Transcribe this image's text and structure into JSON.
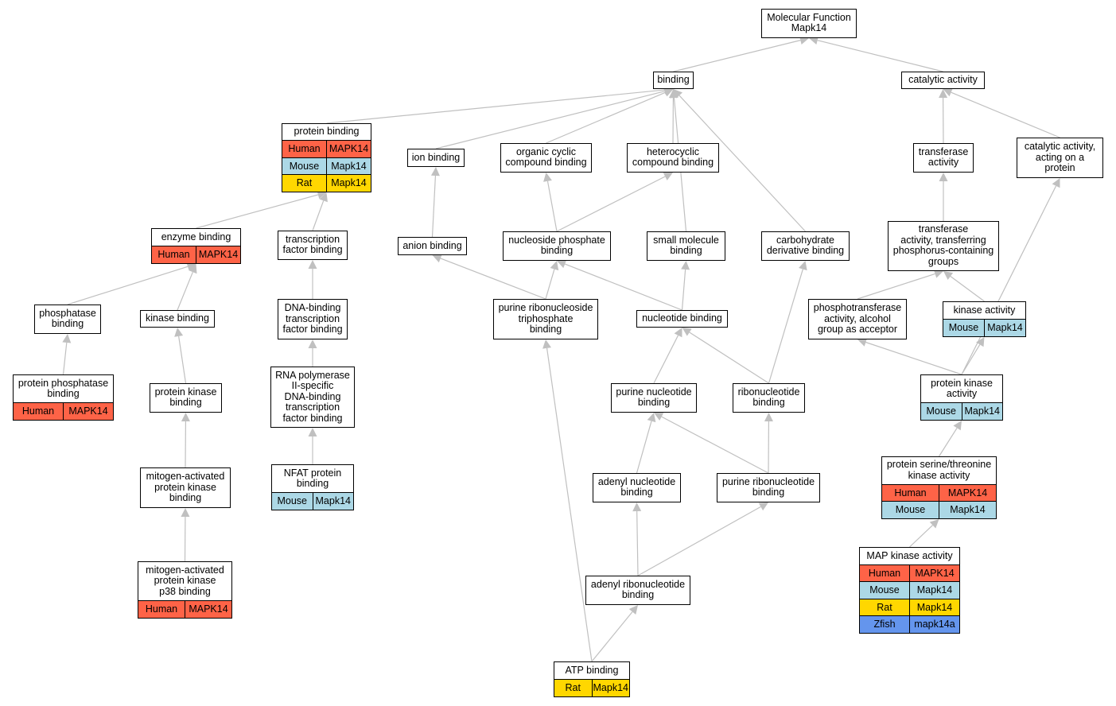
{
  "colors": {
    "Human": "#fe6347",
    "Mouse": "#acd8e6",
    "Rat": "#ffd700",
    "Zfish": "#6495ed",
    "edge": "#c0c0c0"
  },
  "nodes": [
    {
      "id": "mf",
      "label": "Molecular Function\nMapk14",
      "annotations": []
    },
    {
      "id": "binding",
      "label": "binding",
      "annotations": []
    },
    {
      "id": "catalytic",
      "label": "catalytic activity",
      "annotations": []
    },
    {
      "id": "protein_binding",
      "label": "protein binding",
      "annotations": [
        {
          "species": "Human",
          "gene": "MAPK14"
        },
        {
          "species": "Mouse",
          "gene": "Mapk14"
        },
        {
          "species": "Rat",
          "gene": "Mapk14"
        }
      ]
    },
    {
      "id": "ion_binding",
      "label": "ion binding",
      "annotations": []
    },
    {
      "id": "organic_cyclic",
      "label": "organic cyclic\ncompound binding",
      "annotations": []
    },
    {
      "id": "heterocyclic",
      "label": "heterocyclic\ncompound binding",
      "annotations": []
    },
    {
      "id": "transferase",
      "label": "transferase\nactivity",
      "annotations": []
    },
    {
      "id": "cat_protein",
      "label": "catalytic activity,\nacting on a\nprotein",
      "annotations": []
    },
    {
      "id": "enzyme_binding",
      "label": "enzyme binding",
      "annotations": [
        {
          "species": "Human",
          "gene": "MAPK14"
        }
      ]
    },
    {
      "id": "tf_binding",
      "label": "transcription\nfactor binding",
      "annotations": []
    },
    {
      "id": "anion_binding",
      "label": "anion binding",
      "annotations": []
    },
    {
      "id": "nucleoside_phosphate",
      "label": "nucleoside phosphate\nbinding",
      "annotations": []
    },
    {
      "id": "small_molecule",
      "label": "small molecule\nbinding",
      "annotations": []
    },
    {
      "id": "carbohydrate",
      "label": "carbohydrate\nderivative binding",
      "annotations": []
    },
    {
      "id": "transferase_phos",
      "label": "transferase\nactivity, transferring\nphosphorus-containing\ngroups",
      "annotations": []
    },
    {
      "id": "phosphatase_binding",
      "label": "phosphatase\nbinding",
      "annotations": []
    },
    {
      "id": "kinase_binding",
      "label": "kinase binding",
      "annotations": []
    },
    {
      "id": "dna_tf",
      "label": "DNA-binding\ntranscription\nfactor binding",
      "annotations": []
    },
    {
      "id": "purine_ribo_tri",
      "label": "purine ribonucleoside\ntriphosphate\nbinding",
      "annotations": []
    },
    {
      "id": "nucleotide_binding",
      "label": "nucleotide binding",
      "annotations": []
    },
    {
      "id": "phosphotransferase",
      "label": "phosphotransferase\nactivity, alcohol\ngroup as acceptor",
      "annotations": []
    },
    {
      "id": "kinase_activity",
      "label": "kinase activity",
      "annotations": [
        {
          "species": "Mouse",
          "gene": "Mapk14"
        }
      ]
    },
    {
      "id": "protein_phosphatase",
      "label": "protein phosphatase\nbinding",
      "annotations": [
        {
          "species": "Human",
          "gene": "MAPK14"
        }
      ]
    },
    {
      "id": "protein_kinase_binding",
      "label": "protein kinase\nbinding",
      "annotations": []
    },
    {
      "id": "rnap_tf",
      "label": "RNA polymerase\nII-specific\nDNA-binding\ntranscription\nfactor binding",
      "annotations": []
    },
    {
      "id": "purine_nucleotide",
      "label": "purine nucleotide\nbinding",
      "annotations": []
    },
    {
      "id": "ribonucleotide",
      "label": "ribonucleotide\nbinding",
      "annotations": []
    },
    {
      "id": "protein_kinase_activity",
      "label": "protein kinase\nactivity",
      "annotations": [
        {
          "species": "Mouse",
          "gene": "Mapk14"
        }
      ]
    },
    {
      "id": "mapk_binding",
      "label": "mitogen-activated\nprotein kinase\nbinding",
      "annotations": []
    },
    {
      "id": "nfat_binding",
      "label": "NFAT protein\nbinding",
      "annotations": [
        {
          "species": "Mouse",
          "gene": "Mapk14"
        }
      ]
    },
    {
      "id": "adenyl_nucleotide",
      "label": "adenyl nucleotide\nbinding",
      "annotations": []
    },
    {
      "id": "purine_ribonucleotide",
      "label": "purine ribonucleotide\nbinding",
      "annotations": []
    },
    {
      "id": "ser_thr_kinase",
      "label": "protein serine/threonine\nkinase activity",
      "annotations": [
        {
          "species": "Human",
          "gene": "MAPK14"
        },
        {
          "species": "Mouse",
          "gene": "Mapk14"
        }
      ]
    },
    {
      "id": "mapk_p38",
      "label": "mitogen-activated\nprotein kinase\np38 binding",
      "annotations": [
        {
          "species": "Human",
          "gene": "MAPK14"
        }
      ]
    },
    {
      "id": "adenyl_ribonucleotide",
      "label": "adenyl ribonucleotide\nbinding",
      "annotations": []
    },
    {
      "id": "map_kinase_activity",
      "label": "MAP kinase activity",
      "annotations": [
        {
          "species": "Human",
          "gene": "MAPK14"
        },
        {
          "species": "Mouse",
          "gene": "Mapk14"
        },
        {
          "species": "Rat",
          "gene": "Mapk14"
        },
        {
          "species": "Zfish",
          "gene": "mapk14a"
        }
      ]
    },
    {
      "id": "atp_binding",
      "label": "ATP binding",
      "annotations": [
        {
          "species": "Rat",
          "gene": "Mapk14"
        }
      ]
    }
  ],
  "edges": [
    {
      "from": "binding",
      "to": "mf"
    },
    {
      "from": "catalytic",
      "to": "mf"
    },
    {
      "from": "protein_binding",
      "to": "binding"
    },
    {
      "from": "ion_binding",
      "to": "binding"
    },
    {
      "from": "organic_cyclic",
      "to": "binding"
    },
    {
      "from": "heterocyclic",
      "to": "binding"
    },
    {
      "from": "small_molecule",
      "to": "binding"
    },
    {
      "from": "carbohydrate",
      "to": "binding"
    },
    {
      "from": "transferase",
      "to": "catalytic"
    },
    {
      "from": "cat_protein",
      "to": "catalytic"
    },
    {
      "from": "enzyme_binding",
      "to": "protein_binding"
    },
    {
      "from": "tf_binding",
      "to": "protein_binding"
    },
    {
      "from": "anion_binding",
      "to": "ion_binding"
    },
    {
      "from": "nucleoside_phosphate",
      "to": "organic_cyclic"
    },
    {
      "from": "nucleoside_phosphate",
      "to": "heterocyclic"
    },
    {
      "from": "transferase_phos",
      "to": "transferase"
    },
    {
      "from": "protein_kinase_activity",
      "to": "cat_protein"
    },
    {
      "from": "phosphatase_binding",
      "to": "enzyme_binding"
    },
    {
      "from": "kinase_binding",
      "to": "enzyme_binding"
    },
    {
      "from": "dna_tf",
      "to": "tf_binding"
    },
    {
      "from": "purine_ribo_tri",
      "to": "anion_binding"
    },
    {
      "from": "purine_ribo_tri",
      "to": "nucleoside_phosphate"
    },
    {
      "from": "nucleotide_binding",
      "to": "nucleoside_phosphate"
    },
    {
      "from": "nucleotide_binding",
      "to": "small_molecule"
    },
    {
      "from": "ribonucleotide",
      "to": "carbohydrate"
    },
    {
      "from": "phosphotransferase",
      "to": "transferase_phos"
    },
    {
      "from": "kinase_activity",
      "to": "transferase_phos"
    },
    {
      "from": "protein_phosphatase",
      "to": "phosphatase_binding"
    },
    {
      "from": "protein_kinase_binding",
      "to": "kinase_binding"
    },
    {
      "from": "rnap_tf",
      "to": "dna_tf"
    },
    {
      "from": "purine_nucleotide",
      "to": "nucleotide_binding"
    },
    {
      "from": "ribonucleotide",
      "to": "nucleotide_binding"
    },
    {
      "from": "protein_kinase_activity",
      "to": "phosphotransferase"
    },
    {
      "from": "protein_kinase_activity",
      "to": "kinase_activity"
    },
    {
      "from": "mapk_binding",
      "to": "protein_kinase_binding"
    },
    {
      "from": "nfat_binding",
      "to": "rnap_tf"
    },
    {
      "from": "adenyl_nucleotide",
      "to": "purine_nucleotide"
    },
    {
      "from": "purine_ribonucleotide",
      "to": "purine_nucleotide"
    },
    {
      "from": "purine_ribonucleotide",
      "to": "ribonucleotide"
    },
    {
      "from": "ser_thr_kinase",
      "to": "protein_kinase_activity"
    },
    {
      "from": "mapk_p38",
      "to": "mapk_binding"
    },
    {
      "from": "adenyl_ribonucleotide",
      "to": "adenyl_nucleotide"
    },
    {
      "from": "adenyl_ribonucleotide",
      "to": "purine_ribonucleotide"
    },
    {
      "from": "map_kinase_activity",
      "to": "ser_thr_kinase"
    },
    {
      "from": "atp_binding",
      "to": "purine_ribo_tri"
    },
    {
      "from": "atp_binding",
      "to": "adenyl_ribonucleotide"
    }
  ]
}
